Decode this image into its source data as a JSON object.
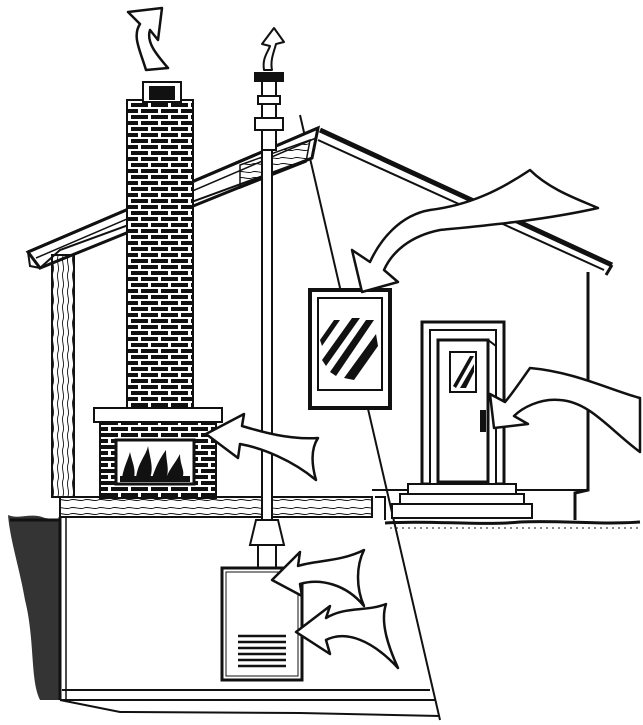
{
  "illustration": {
    "colors": {
      "ink": "#111111",
      "paper": "#ffffff"
    },
    "icons": [
      "chimney-smoke-arrow",
      "flue-smoke-arrow",
      "window-air-arrow",
      "door-air-arrow",
      "fireplace-air-arrow",
      "furnace-air-arrow"
    ]
  }
}
